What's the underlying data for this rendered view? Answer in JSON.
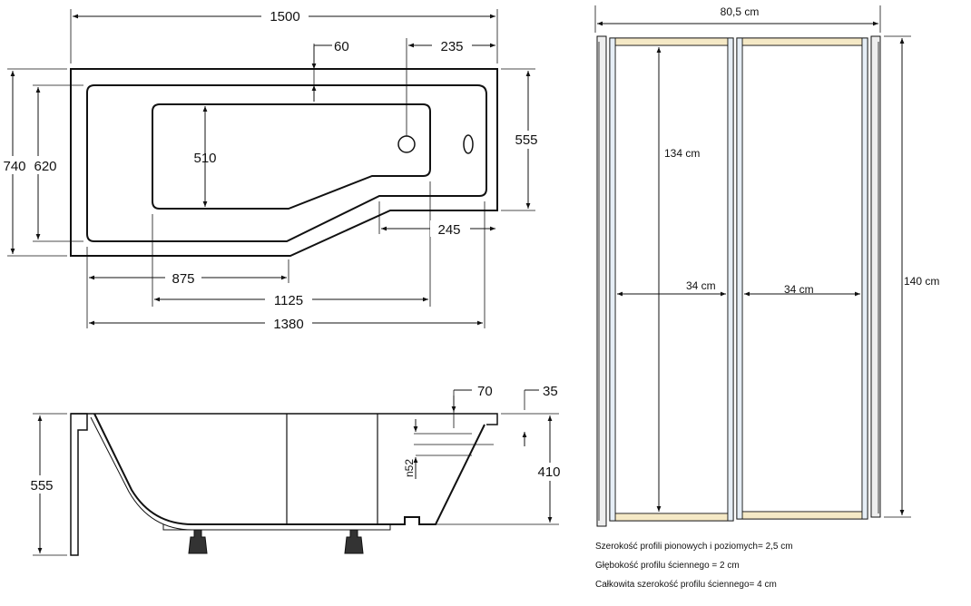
{
  "top_view": {
    "dims": {
      "overall_length": "1500",
      "drain_offset": "60",
      "overflow_offset": "235",
      "overall_width": "740",
      "inner_width": "620",
      "basin_width": "510",
      "right_width": "555",
      "step_length": "245",
      "basin_start": "875",
      "basin_length": "1125",
      "inner_length": "1380"
    }
  },
  "side_view": {
    "dims": {
      "rim_70": "70",
      "rim_35": "35",
      "height": "555",
      "depth": "410",
      "drain_diameter": "n52"
    }
  },
  "screen_view": {
    "dims": {
      "total_width": "80,5 cm",
      "inner_height": "134 cm",
      "total_height": "140 cm",
      "left_panel": "34 cm",
      "right_panel": "34 cm"
    }
  },
  "notes": [
    "Szerokość profili pionowych i poziomych= 2,5 cm",
    "Głębokość profilu ściennego = 2 cm",
    "Całkowita szerokość profilu ściennego= 4 cm"
  ]
}
